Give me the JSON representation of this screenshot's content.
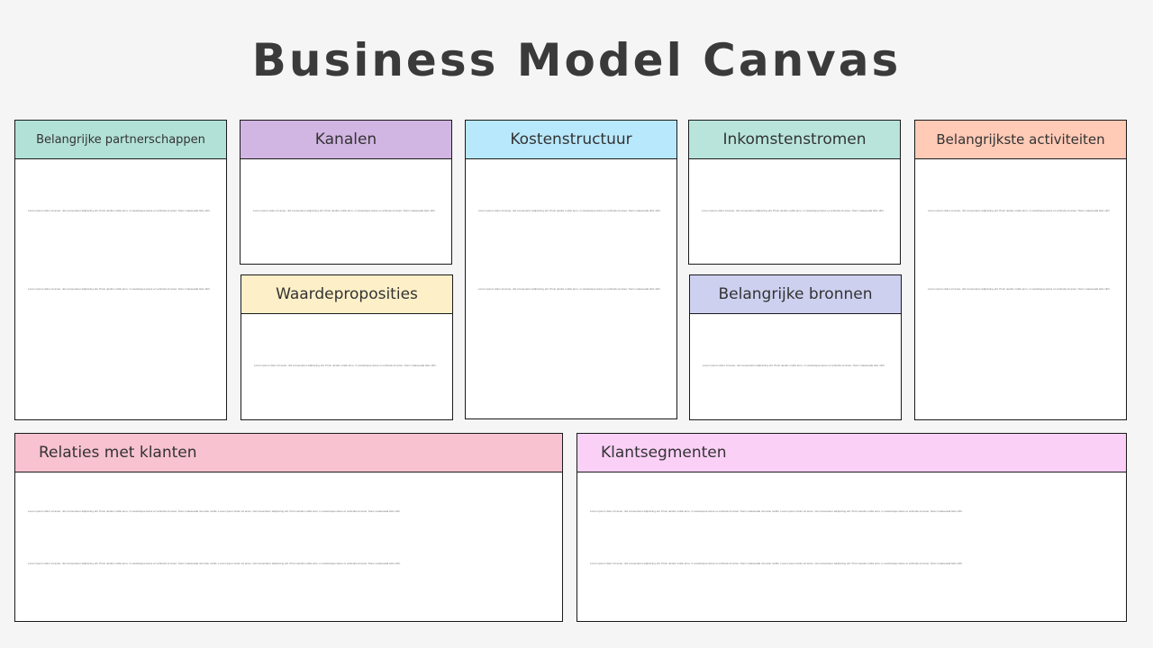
{
  "title": "Business Model Canvas",
  "lorem_short": "Lorem ipsum dolor sit amet, nisl consectetur adipiscing elit. Proin iaculis mollis arcu, in scelerisque lacus et vehicula sit amet. Nunc malesuada felis nibh.",
  "lorem_long": "Lorem ipsum dolor sit amet, nisl consectetur adipiscing elit. Proin iaculis mollis arcu, in scelerisque lacus et vehicula sit amet. Nunc malesuada nisi ante mollis. Lorem ipsum dolor sit amet, nisl consectetur adipiscing elit. Proin iaculis mollis arcu, in scelerisque lacus et vehicula sit amet. Nunc malesuada felis nibh.",
  "colors": {
    "partners": "#b2e1d8",
    "channels": "#d1b5e2",
    "costs": "#b8e8fb",
    "revenue": "#b8e4dc",
    "activities": "#ffcab6",
    "value": "#fdefc7",
    "resources": "#cdd0ef",
    "relations": "#f8c2d0",
    "segments": "#fbd0f7"
  },
  "sections": {
    "partners": {
      "label": "Belangrijke partnerschappen"
    },
    "channels": {
      "label": "Kanalen"
    },
    "costs": {
      "label": "Kostenstructuur"
    },
    "revenue": {
      "label": "Inkomstenstromen"
    },
    "activities": {
      "label": "Belangrijkste activiteiten"
    },
    "value": {
      "label": "Waardeproposities"
    },
    "resources": {
      "label": "Belangrijke bronnen"
    },
    "relations": {
      "label": "Relaties met klanten"
    },
    "segments": {
      "label": "Klantsegmenten"
    }
  }
}
